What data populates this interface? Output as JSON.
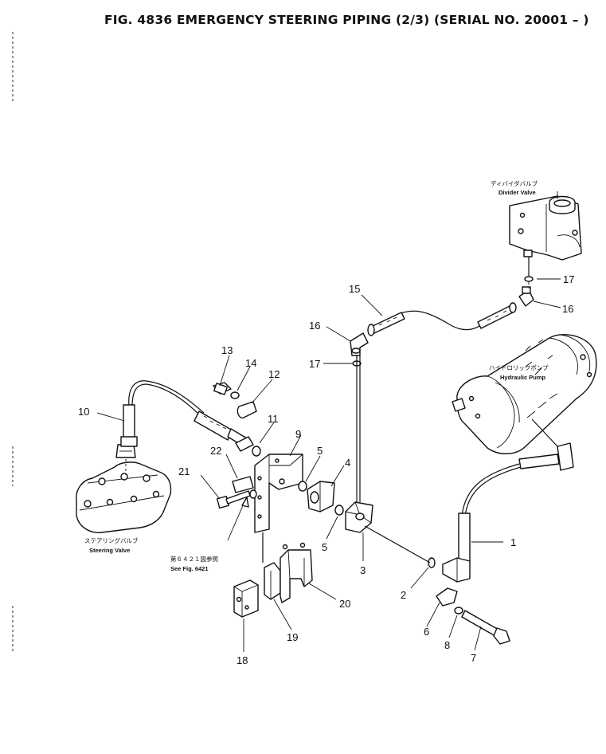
{
  "figure": {
    "title": "FIG. 4836  EMERGENCY STEERING PIPING (2/3) (SERIAL NO. 20001 – )"
  },
  "components": {
    "divider_valve_jp": "ディバイダバルブ",
    "divider_valve_en": "Divider Valve",
    "hydraulic_pump_jp": "ハイドロリックポンプ",
    "hydraulic_pump_en": "Hydraulic Pump",
    "steering_valve_jp": "ステアリングバルブ",
    "steering_valve_en": "Steering Valve",
    "see_fig_jp": "第６４２１図参照",
    "see_fig_en": "See Fig. 6421"
  },
  "callouts": [
    "1",
    "2",
    "3",
    "4",
    "5",
    "5",
    "6",
    "7",
    "8",
    "9",
    "10",
    "11",
    "12",
    "13",
    "14",
    "15",
    "16",
    "16",
    "17",
    "17",
    "18",
    "19",
    "20",
    "21",
    "22"
  ]
}
